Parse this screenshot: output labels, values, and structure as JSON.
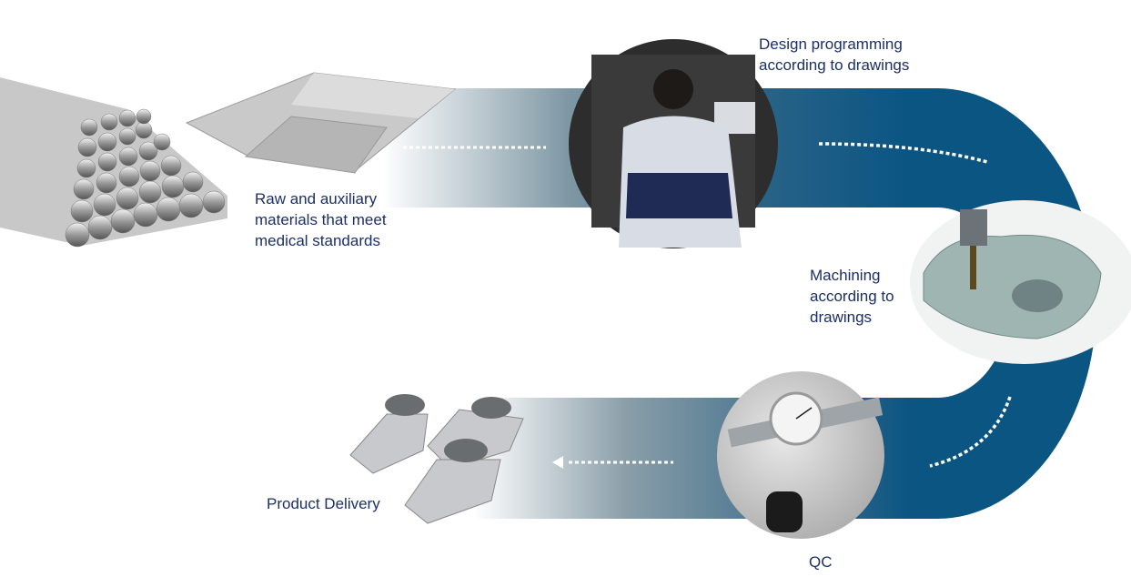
{
  "colors": {
    "band": "#0b5583",
    "band_mid": "#5f8196",
    "label": "#1c2f66"
  },
  "steps": [
    {
      "id": "raw-materials",
      "label": "Raw and auxiliary materials that meet medical standards",
      "lines": [
        "Raw and auxiliary",
        "materials that meet",
        "medical standards"
      ]
    },
    {
      "id": "design-programming",
      "label": "Design programming according to drawings",
      "lines": [
        "Design programming",
        "according to drawings"
      ]
    },
    {
      "id": "machining",
      "label": "Machining according to drawings",
      "lines": [
        "Machining",
        "according to",
        "drawings"
      ]
    },
    {
      "id": "qc",
      "label": "QC",
      "lines": [
        "QC"
      ]
    },
    {
      "id": "product-delivery",
      "label": "Product Delivery",
      "lines": [
        "Product Delivery"
      ]
    }
  ]
}
